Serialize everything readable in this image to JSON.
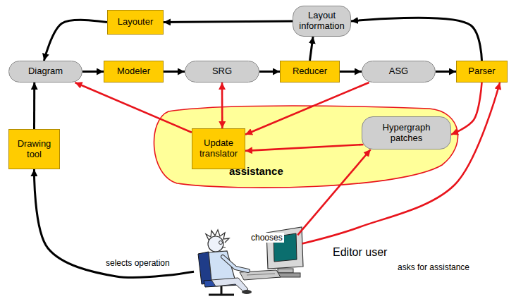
{
  "diagram": {
    "nodes": [
      {
        "text": [
          "Layouter"
        ]
      },
      {
        "text": [
          "Layout information"
        ]
      },
      {
        "text": [
          "Diagram"
        ]
      },
      {
        "text": [
          "Modeler"
        ]
      },
      {
        "text": [
          "SRG"
        ]
      },
      {
        "text": [
          "Reducer"
        ]
      },
      {
        "text": [
          "ASG"
        ]
      },
      {
        "text": [
          "Parser"
        ]
      },
      {
        "text": [
          "assistance"
        ]
      },
      {
        "text": [
          "Update translator"
        ],
        "in": 8
      },
      {
        "text": [
          "Hypergraph patches"
        ],
        "in": 8
      },
      {
        "text": [
          "Drawing tool"
        ]
      },
      {
        "text": [
          "Editor user"
        ]
      }
    ],
    "edges": [
      {
        "from": 0,
        "to": 2,
        "arrow": "to"
      },
      {
        "from": 1,
        "to": 0,
        "arrow": "to"
      },
      {
        "from": 7,
        "to": 1,
        "arrow": "to"
      },
      {
        "from": 5,
        "to": 1,
        "arrow": "to"
      },
      {
        "from": 2,
        "to": 3,
        "arrow": "to"
      },
      {
        "from": 3,
        "to": 4,
        "arrow": "to"
      },
      {
        "from": 4,
        "to": 5,
        "arrow": "to"
      },
      {
        "from": 5,
        "to": 6,
        "arrow": "to"
      },
      {
        "from": 6,
        "to": 7,
        "arrow": "to"
      },
      {
        "from": 11,
        "to": 2,
        "arrow": "to"
      },
      {
        "from": 12,
        "to": 11,
        "label": "selects operation",
        "arrow": "to"
      },
      {
        "from": 9,
        "to": 2,
        "arrow": "to"
      },
      {
        "from": 4,
        "to": 9,
        "arrow": "both"
      },
      {
        "from": 6,
        "to": 9,
        "arrow": "to"
      },
      {
        "from": 7,
        "to": 10,
        "arrow": "to"
      },
      {
        "from": 10,
        "to": 9,
        "arrow": "to"
      },
      {
        "from": 12,
        "to": 10,
        "label": "chooses",
        "arrow": "to"
      },
      {
        "from": 12,
        "to": 7,
        "label": "asks for assistance",
        "arrow": "to"
      }
    ]
  }
}
